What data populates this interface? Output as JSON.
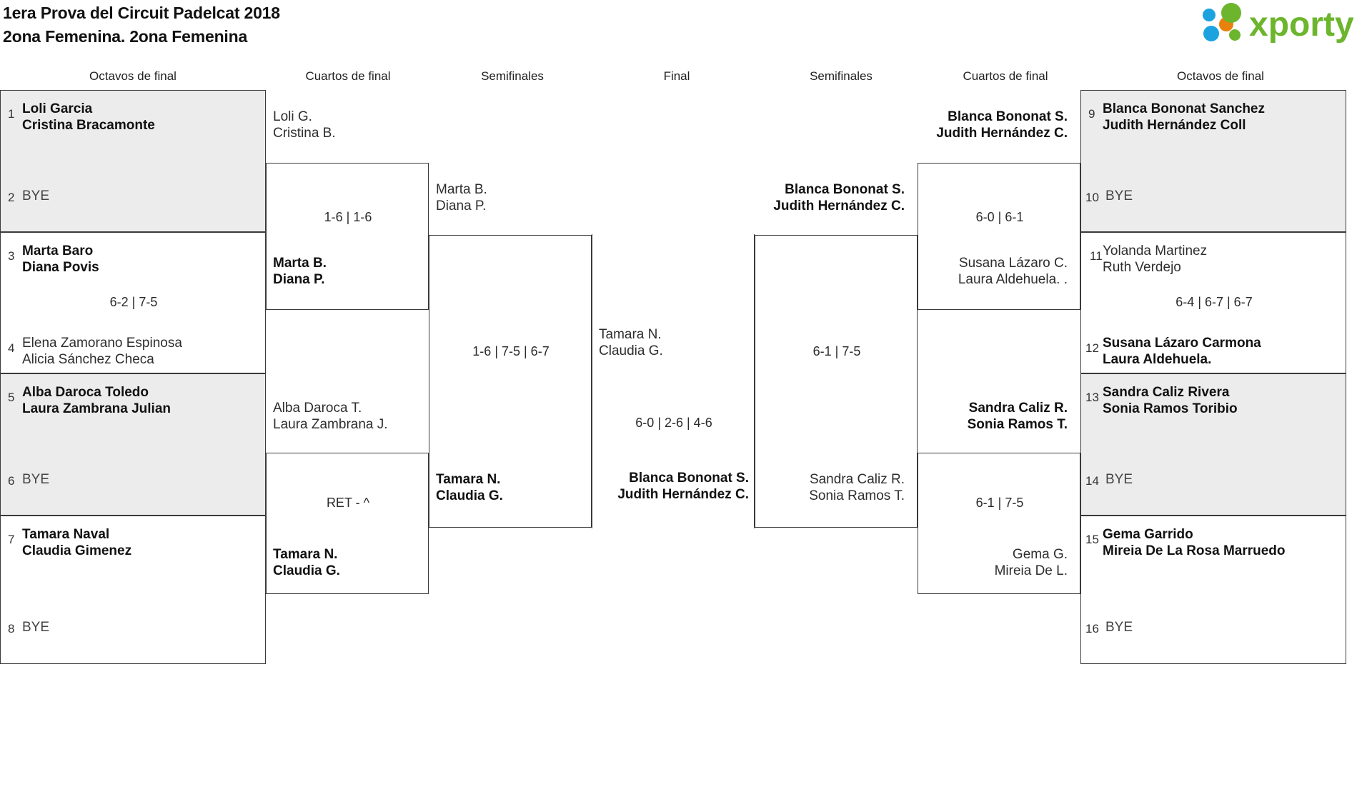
{
  "header": {
    "title_line1": "1era Prova del Circuit Padelcat 2018",
    "title_line2": "2ona Femenina. 2ona Femenina",
    "logo_text": "xporty",
    "logo_colors": {
      "green": "#6cb52d",
      "blue": "#1ba3e0",
      "orange": "#e8820c"
    }
  },
  "round_headers": {
    "left_octavos": "Octavos de final",
    "left_cuartos": "Cuartos de final",
    "left_semis": "Semifinales",
    "final": "Final",
    "right_semis": "Semifinales",
    "right_cuartos": "Cuartos de final",
    "right_octavos": "Octavos de final"
  },
  "left_octavos": [
    {
      "seed": "1",
      "p1": "Loli Garcia",
      "p2": "Cristina Bracamonte",
      "winner": true,
      "shaded": true,
      "bye": false
    },
    {
      "seed": "2",
      "p1": "BYE",
      "p2": "",
      "winner": false,
      "shaded": true,
      "bye": true
    },
    {
      "seed": "3",
      "p1": "Marta Baro",
      "p2": "Diana Povis",
      "winner": true,
      "shaded": false,
      "bye": false
    },
    {
      "seed": "4",
      "p1": "Elena Zamorano Espinosa",
      "p2": "Alicia Sánchez Checa",
      "winner": false,
      "shaded": false,
      "bye": false
    },
    {
      "seed": "5",
      "p1": "Alba Daroca Toledo",
      "p2": "Laura Zambrana Julian",
      "winner": true,
      "shaded": true,
      "bye": false
    },
    {
      "seed": "6",
      "p1": "BYE",
      "p2": "",
      "winner": false,
      "shaded": true,
      "bye": true
    },
    {
      "seed": "7",
      "p1": "Tamara Naval",
      "p2": "Claudia Gimenez",
      "winner": true,
      "shaded": false,
      "bye": false
    },
    {
      "seed": "8",
      "p1": "BYE",
      "p2": "",
      "winner": false,
      "shaded": false,
      "bye": true
    }
  ],
  "right_octavos": [
    {
      "seed": "9",
      "p1": "Blanca Bononat Sanchez",
      "p2": "Judith Hernández Coll",
      "winner": true,
      "shaded": true,
      "bye": false
    },
    {
      "seed": "10",
      "p1": "BYE",
      "p2": "",
      "winner": false,
      "shaded": true,
      "bye": true
    },
    {
      "seed": "11",
      "p1": "Yolanda Martinez",
      "p2": "Ruth Verdejo",
      "winner": false,
      "shaded": false,
      "bye": false
    },
    {
      "seed": "12",
      "p1": "Susana Lázaro Carmona",
      "p2": "Laura Aldehuela.",
      "winner": true,
      "shaded": false,
      "bye": false
    },
    {
      "seed": "13",
      "p1": "Sandra Caliz Rivera",
      "p2": "Sonia Ramos Toribio",
      "winner": true,
      "shaded": true,
      "bye": false
    },
    {
      "seed": "14",
      "p1": "BYE",
      "p2": "",
      "winner": false,
      "shaded": true,
      "bye": true
    },
    {
      "seed": "15",
      "p1": "Gema Garrido",
      "p2": "Mireia De La Rosa Marruedo",
      "winner": true,
      "shaded": false,
      "bye": false
    },
    {
      "seed": "16",
      "p1": "BYE",
      "p2": "",
      "winner": false,
      "shaded": false,
      "bye": true
    }
  ],
  "left_octavos_scores": {
    "m1": "",
    "m2": "6-2 | 7-5",
    "m3": "",
    "m4": ""
  },
  "right_octavos_scores": {
    "m1": "",
    "m2": "6-4 | 6-7 | 6-7",
    "m3": "",
    "m4": ""
  },
  "left_cuartos": [
    {
      "top_p1": "Loli G.",
      "top_p2": "Cristina B.",
      "top_winner": false,
      "score": "1-6 | 1-6",
      "bot_p1": "Marta B.",
      "bot_p2": "Diana P.",
      "bot_winner": true
    },
    {
      "top_p1": "Alba Daroca T.",
      "top_p2": "Laura Zambrana J.",
      "top_winner": false,
      "score": "RET - ^",
      "bot_p1": "Tamara N.",
      "bot_p2": "Claudia G.",
      "bot_winner": true
    }
  ],
  "left_semis": [
    {
      "top_p1": "Marta B.",
      "top_p2": "Diana P.",
      "top_winner": false,
      "score": "1-6 | 7-5 | 6-7",
      "bot_p1": "Tamara N.",
      "bot_p2": "Claudia G.",
      "bot_winner": true
    }
  ],
  "final": {
    "top_p1": "Tamara N.",
    "top_p2": "Claudia G.",
    "top_winner": false,
    "score": "6-0 | 2-6 | 4-6",
    "bot_p1": "Blanca Bononat S.",
    "bot_p2": "Judith Hernández C.",
    "bot_winner": true
  },
  "right_semis": [
    {
      "top_p1": "Blanca Bononat S.",
      "top_p2": "Judith Hernández C.",
      "top_winner": true,
      "score": "6-1 | 7-5",
      "bot_p1": "Sandra Caliz R.",
      "bot_p2": "Sonia Ramos T.",
      "bot_winner": false
    }
  ],
  "right_cuartos": [
    {
      "top_p1": "Blanca Bononat S.",
      "top_p2": "Judith Hernández C.",
      "top_winner": true,
      "score": "6-0 | 6-1",
      "bot_p1": "Susana Lázaro C.",
      "bot_p2": "Laura Aldehuela. .",
      "bot_winner": false
    },
    {
      "top_p1": "Sandra Caliz R.",
      "top_p2": "Sonia Ramos T.",
      "top_winner": true,
      "score": "6-1 | 7-5",
      "bot_p1": "Gema G.",
      "bot_p2": "Mireia De L.",
      "bot_winner": false
    }
  ]
}
